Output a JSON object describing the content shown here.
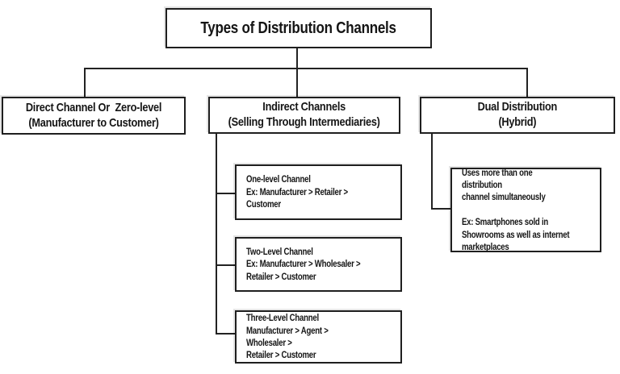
{
  "diagram": {
    "title": "Types of Distribution Channels",
    "branches": {
      "direct": "Direct Channel Or  Zero-level\n(Manufacturer to Customer)",
      "indirect": "Indirect Channels\n(Selling Through Intermediaries)",
      "dual": "Dual Distribution\n(Hybrid)"
    },
    "indirect_children": {
      "one_level": "One-level Channel\nEx: Manufacturer > Retailer >\nCustomer",
      "two_level": "Two-Level Channel\nEx: Manufacturer > Wholesaler >\nRetailer > Customer",
      "three_level": "Three-Level Channel\nManufacturer > Agent > Wholesaler >\nRetailer > Customer"
    },
    "dual_child": "Uses more than one distribution\nchannel simultaneously\n\nEx: Smartphones sold in\nShowrooms as well as internet\nmarketplaces",
    "colors": {
      "background": "#ffffff",
      "border": "#1f1f1f",
      "text": "#151515",
      "line": "#222222"
    }
  }
}
